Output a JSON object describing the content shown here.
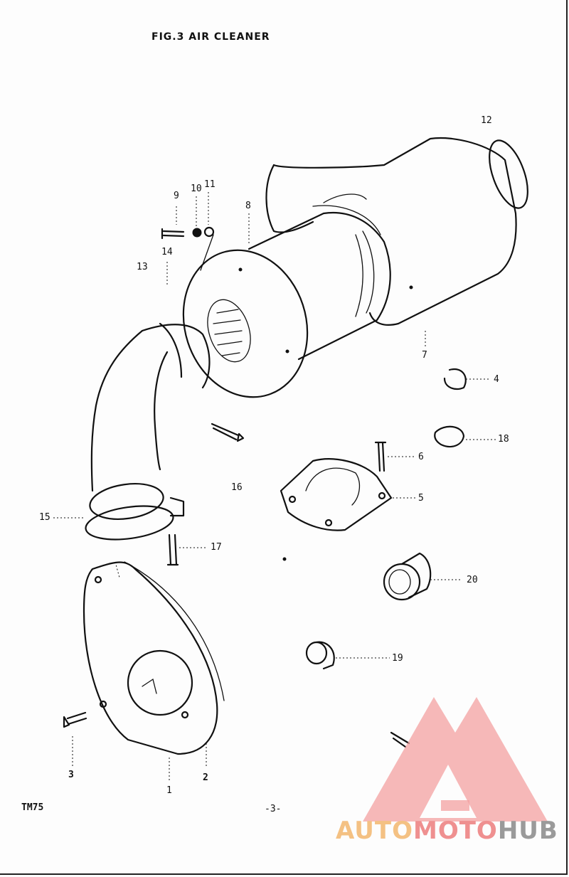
{
  "header": {
    "title": "FIG.3  AIR CLEANER"
  },
  "callouts": [
    {
      "id": "c12",
      "text": "12"
    },
    {
      "id": "c9",
      "text": "9"
    },
    {
      "id": "c10",
      "text": "10"
    },
    {
      "id": "c11",
      "text": "11"
    },
    {
      "id": "c8",
      "text": "8"
    },
    {
      "id": "c14",
      "text": "14"
    },
    {
      "id": "c13",
      "text": "13"
    },
    {
      "id": "c7",
      "text": "7"
    },
    {
      "id": "c4",
      "text": "4"
    },
    {
      "id": "c18",
      "text": "18"
    },
    {
      "id": "c6",
      "text": "6"
    },
    {
      "id": "c16",
      "text": "16"
    },
    {
      "id": "c5",
      "text": "5"
    },
    {
      "id": "c15",
      "text": "15"
    },
    {
      "id": "c17",
      "text": "17"
    },
    {
      "id": "c20",
      "text": "20"
    },
    {
      "id": "c19",
      "text": "19"
    },
    {
      "id": "c3",
      "text": "3"
    },
    {
      "id": "c2",
      "text": "2"
    },
    {
      "id": "c1",
      "text": "1"
    }
  ],
  "footer": {
    "model": "TM75",
    "page": "-3-"
  },
  "watermark": {
    "part1": "AUTO",
    "part2": "MOTO",
    "part3": "HUB"
  }
}
